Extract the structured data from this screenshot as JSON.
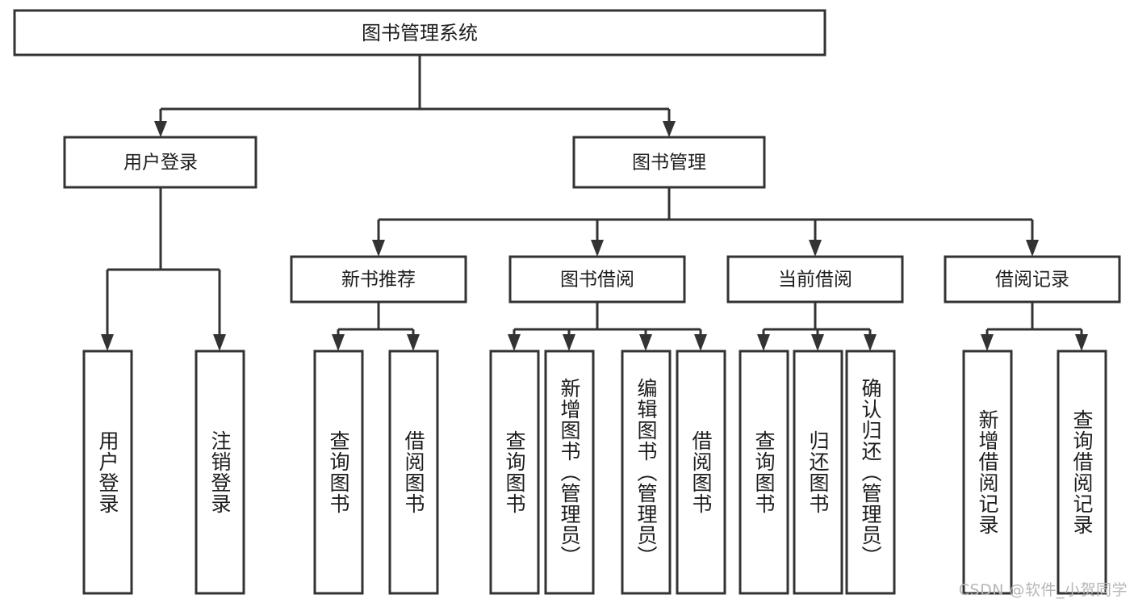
{
  "diagram": {
    "type": "hierarchy-tree",
    "title": "图书管理系统",
    "watermark": "CSDN @软件_小贺同学",
    "colors": {
      "stroke": "#333333",
      "box_fill": "#ffffff",
      "text": "#1d1d1d",
      "background": "#ffffff",
      "watermark": "#b6b6b6"
    },
    "root": {
      "label": "图书管理系统"
    },
    "level2": [
      {
        "label": "用户登录"
      },
      {
        "label": "图书管理"
      }
    ],
    "level3": [
      {
        "label": "新书推荐"
      },
      {
        "label": "图书借阅"
      },
      {
        "label": "当前借阅"
      },
      {
        "label": "借阅记录"
      }
    ],
    "leaves": {
      "user_login": [
        {
          "label": "用户登录"
        },
        {
          "label": "注销登录"
        }
      ],
      "new_book": [
        {
          "label": "查询图书"
        },
        {
          "label": "借阅图书"
        }
      ],
      "borrow_book": [
        {
          "label": "查询图书"
        },
        {
          "label": "新增图书（管理员）"
        },
        {
          "label": "编辑图书（管理员）"
        },
        {
          "label": "借阅图书"
        }
      ],
      "current_borrow": [
        {
          "label": "查询图书"
        },
        {
          "label": "归还图书"
        },
        {
          "label": "确认归还（管理员）"
        }
      ],
      "borrow_record": [
        {
          "label": "新增借阅记录"
        },
        {
          "label": "查询借阅记录"
        }
      ]
    }
  }
}
